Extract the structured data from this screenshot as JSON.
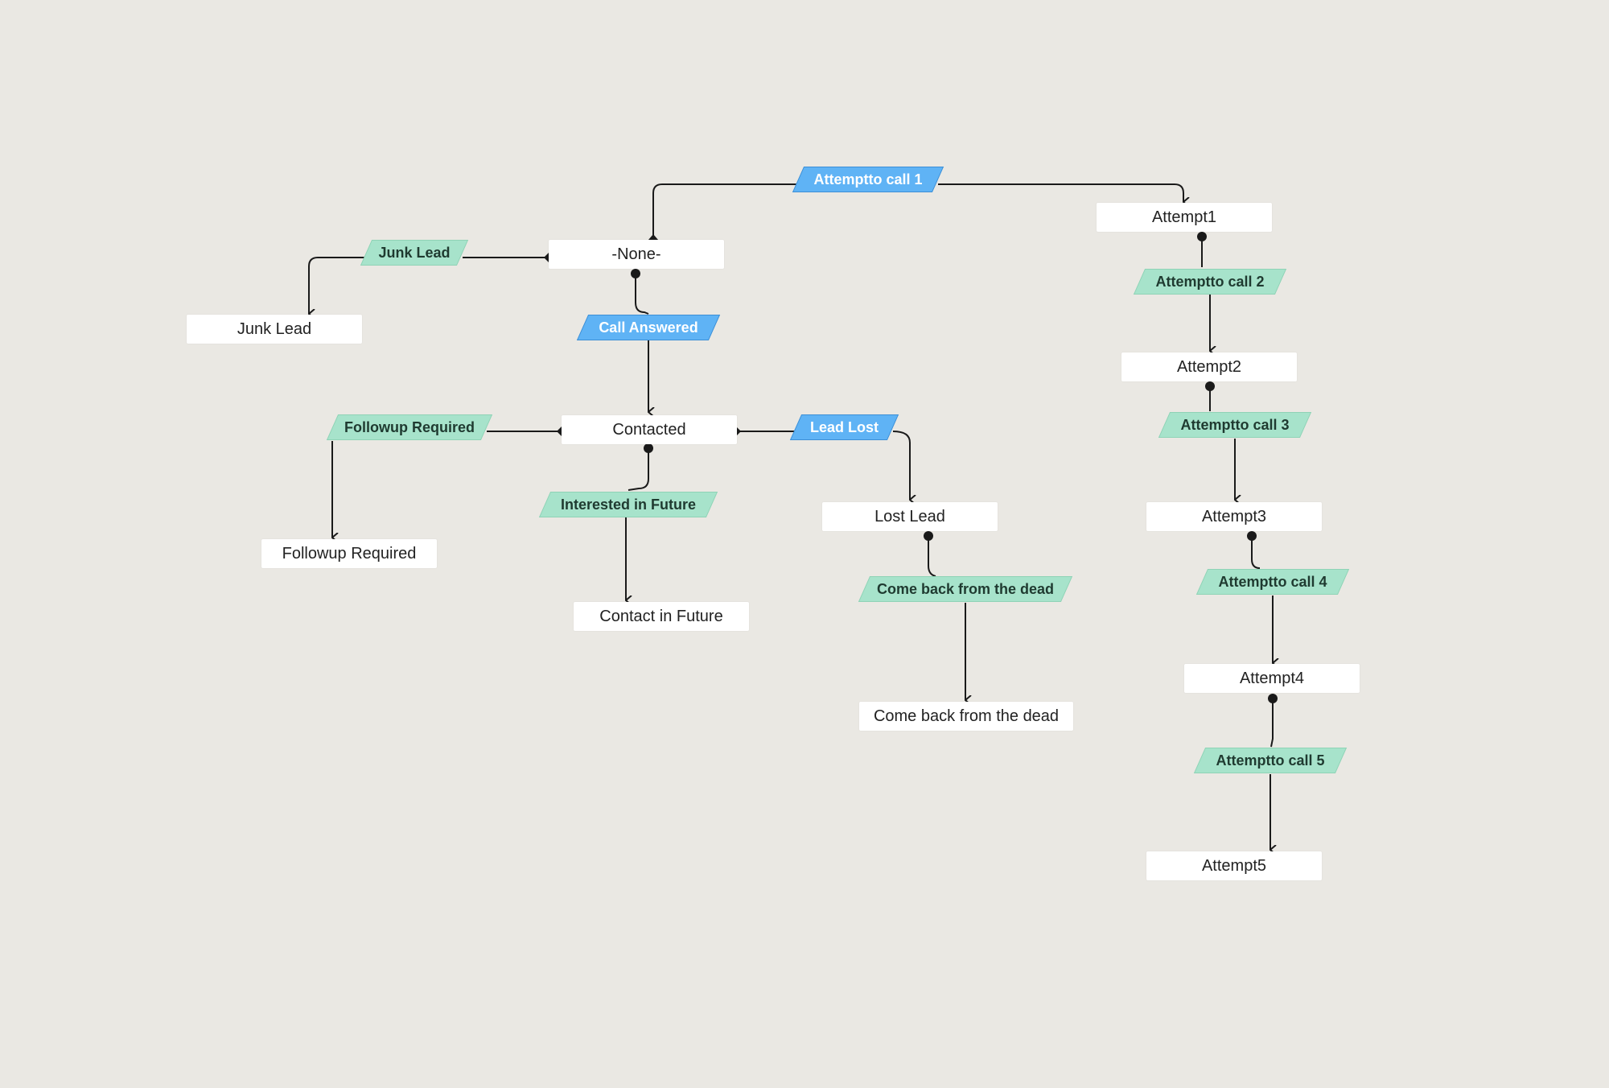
{
  "colors": {
    "background": "#EAE8E3",
    "state_fill": "#FFFFFF",
    "transition_green": "#A7E3CB",
    "transition_blue": "#5FB3F5",
    "line": "#1A1A1A"
  },
  "states": {
    "none": "-None-",
    "junk_lead": "Junk Lead",
    "contacted": "Contacted",
    "followup_required": "Followup Required",
    "contact_in_future": "Contact in Future",
    "lost_lead": "Lost Lead",
    "come_back": "Come  back  from the dead",
    "attempt1": "Attempt1",
    "attempt2": "Attempt2",
    "attempt3": "Attempt3",
    "attempt4": "Attempt4",
    "attempt5": "Attempt5"
  },
  "transitions": {
    "attempt_call_1": "Attemptto call 1",
    "junk_lead": "Junk Lead",
    "call_answered": "Call Answered",
    "followup_required": "Followup Required",
    "lead_lost": "Lead  Lost",
    "interested_in_future": "Interested in Future",
    "come_back": "Come  back  from the dead",
    "attempt_call_2": "Attemptto call 2",
    "attempt_call_3": "Attemptto call 3",
    "attempt_call_4": "Attemptto call 4",
    "attempt_call_5": "Attemptto call 5"
  }
}
